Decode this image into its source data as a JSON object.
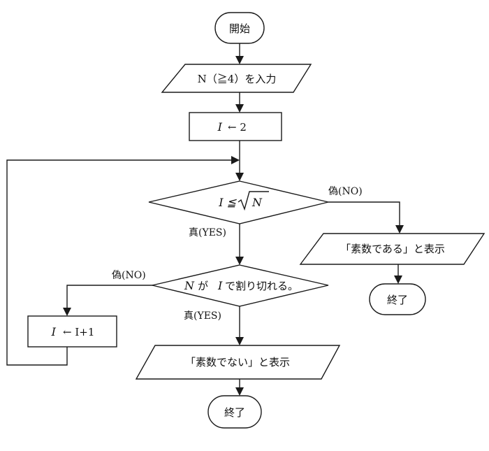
{
  "flowchart": {
    "start": "開始",
    "input": "N（≧4）を入力",
    "init_var": "I",
    "init_op": "← 2",
    "cond1_lhs": "I ≦",
    "cond1_rad": "N",
    "cond1_true": "真(YES)",
    "cond1_false": "偽(NO)",
    "prime_output": "「素数である」と表示",
    "end_right": "終了",
    "cond2_n": "N",
    "cond2_ga": "が",
    "cond2_i": "I",
    "cond2_rest": "で割り切れる。",
    "cond2_true": "真(YES)",
    "cond2_false": "偽(NO)",
    "increment_lhs": "I",
    "increment_rhs": "← I+1",
    "not_prime_output": "「素数でない」と表示",
    "end_bottom": "終了"
  }
}
